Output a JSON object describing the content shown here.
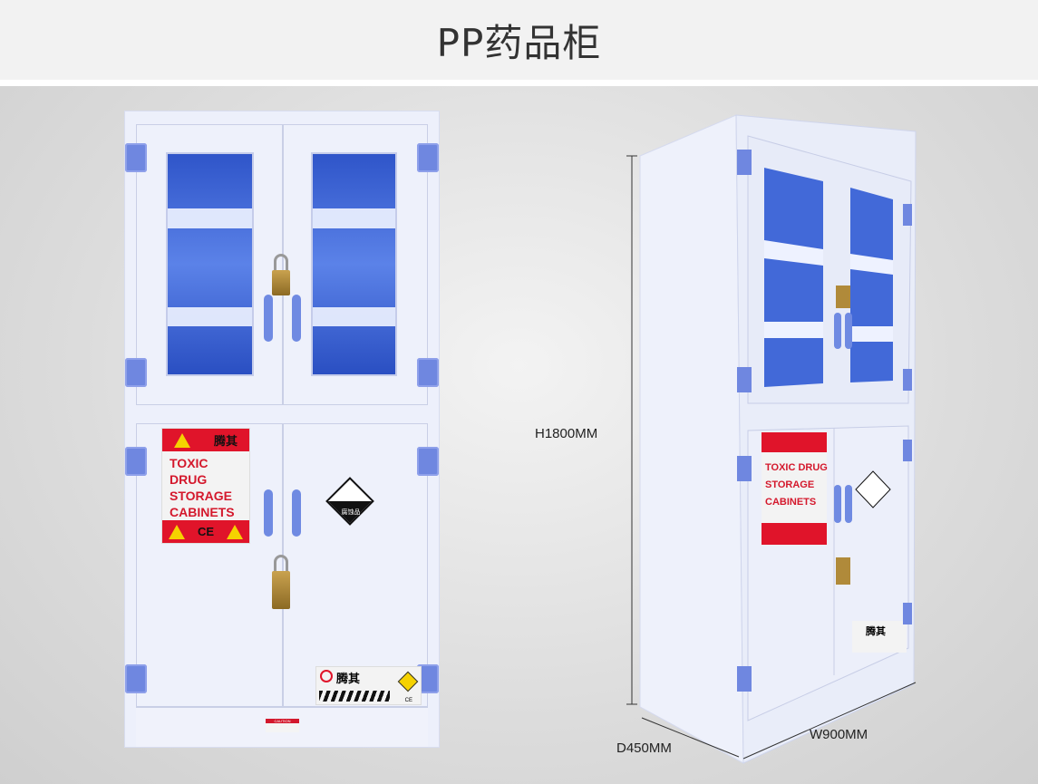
{
  "header": {
    "title": "PP药品柜"
  },
  "cabinet_label": {
    "brand": "腾其",
    "lines": [
      "TOXIC DRUG",
      "STORAGE",
      "CABINETS"
    ],
    "ce": "CE"
  },
  "hazard_diamond": {
    "text": "腐蚀品"
  },
  "bottom_label": {
    "brand": "腾其",
    "ce": "CE"
  },
  "caution": {
    "text": "CAUTION"
  },
  "dimensions": {
    "height": "H1800MM",
    "depth": "D450MM",
    "width": "W900MM"
  },
  "colors": {
    "glass": "#3a64d6",
    "hinge": "#6f87e0",
    "label_red": "#e0142a"
  }
}
